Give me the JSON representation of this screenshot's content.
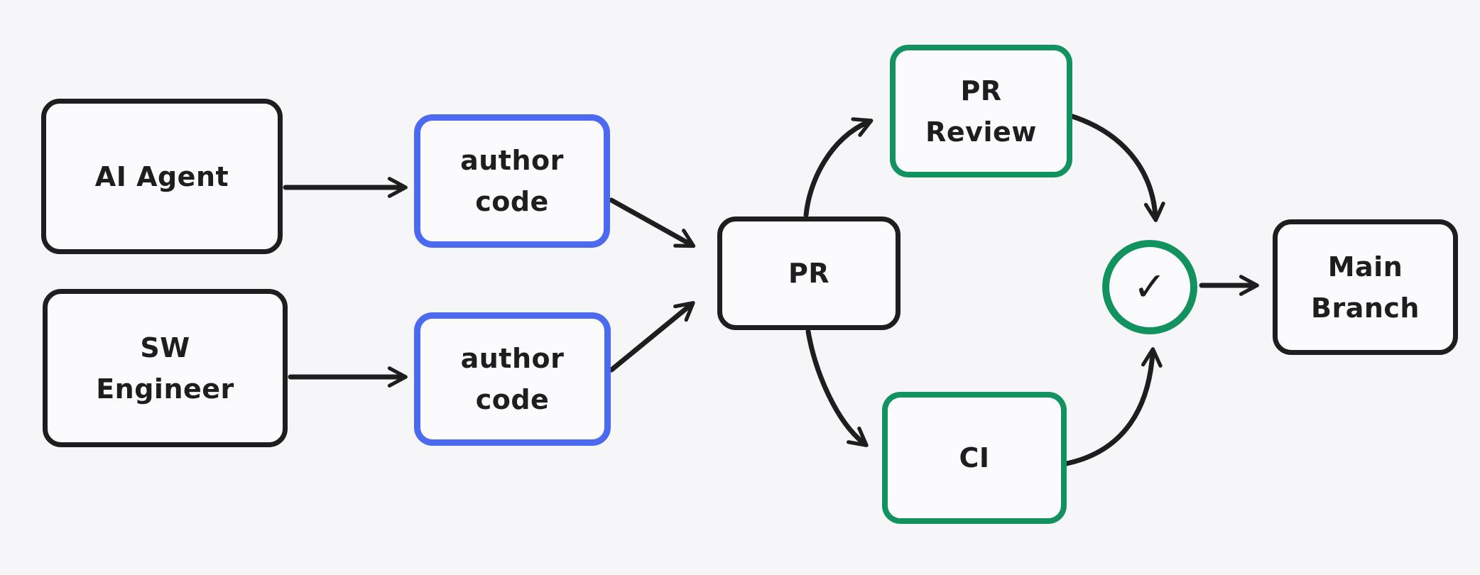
{
  "diagram": {
    "colors": {
      "bg": "#f6f6f9",
      "stroke": "#1e1e1e",
      "blue": "#4c6af0",
      "green": "#12925f",
      "fill": "#fbfbfd"
    },
    "nodes": {
      "ai_agent": {
        "label": "AI Agent"
      },
      "sw_engineer": {
        "label": "SW\nEngineer"
      },
      "author_code_top": {
        "label": "author\ncode"
      },
      "author_code_bottom": {
        "label": "author\ncode"
      },
      "pr": {
        "label": "PR"
      },
      "pr_review": {
        "label": "PR\nReview"
      },
      "ci": {
        "label": "CI"
      },
      "main_branch": {
        "label": "Main\nBranch"
      },
      "approval": {
        "icon": "✓"
      }
    },
    "edges": [
      {
        "from": "ai_agent",
        "to": "author_code_top"
      },
      {
        "from": "sw_engineer",
        "to": "author_code_bottom"
      },
      {
        "from": "author_code_top",
        "to": "pr"
      },
      {
        "from": "author_code_bottom",
        "to": "pr"
      },
      {
        "from": "pr",
        "to": "pr_review"
      },
      {
        "from": "pr",
        "to": "ci"
      },
      {
        "from": "pr_review",
        "to": "approval"
      },
      {
        "from": "ci",
        "to": "approval"
      },
      {
        "from": "approval",
        "to": "main_branch"
      }
    ]
  }
}
